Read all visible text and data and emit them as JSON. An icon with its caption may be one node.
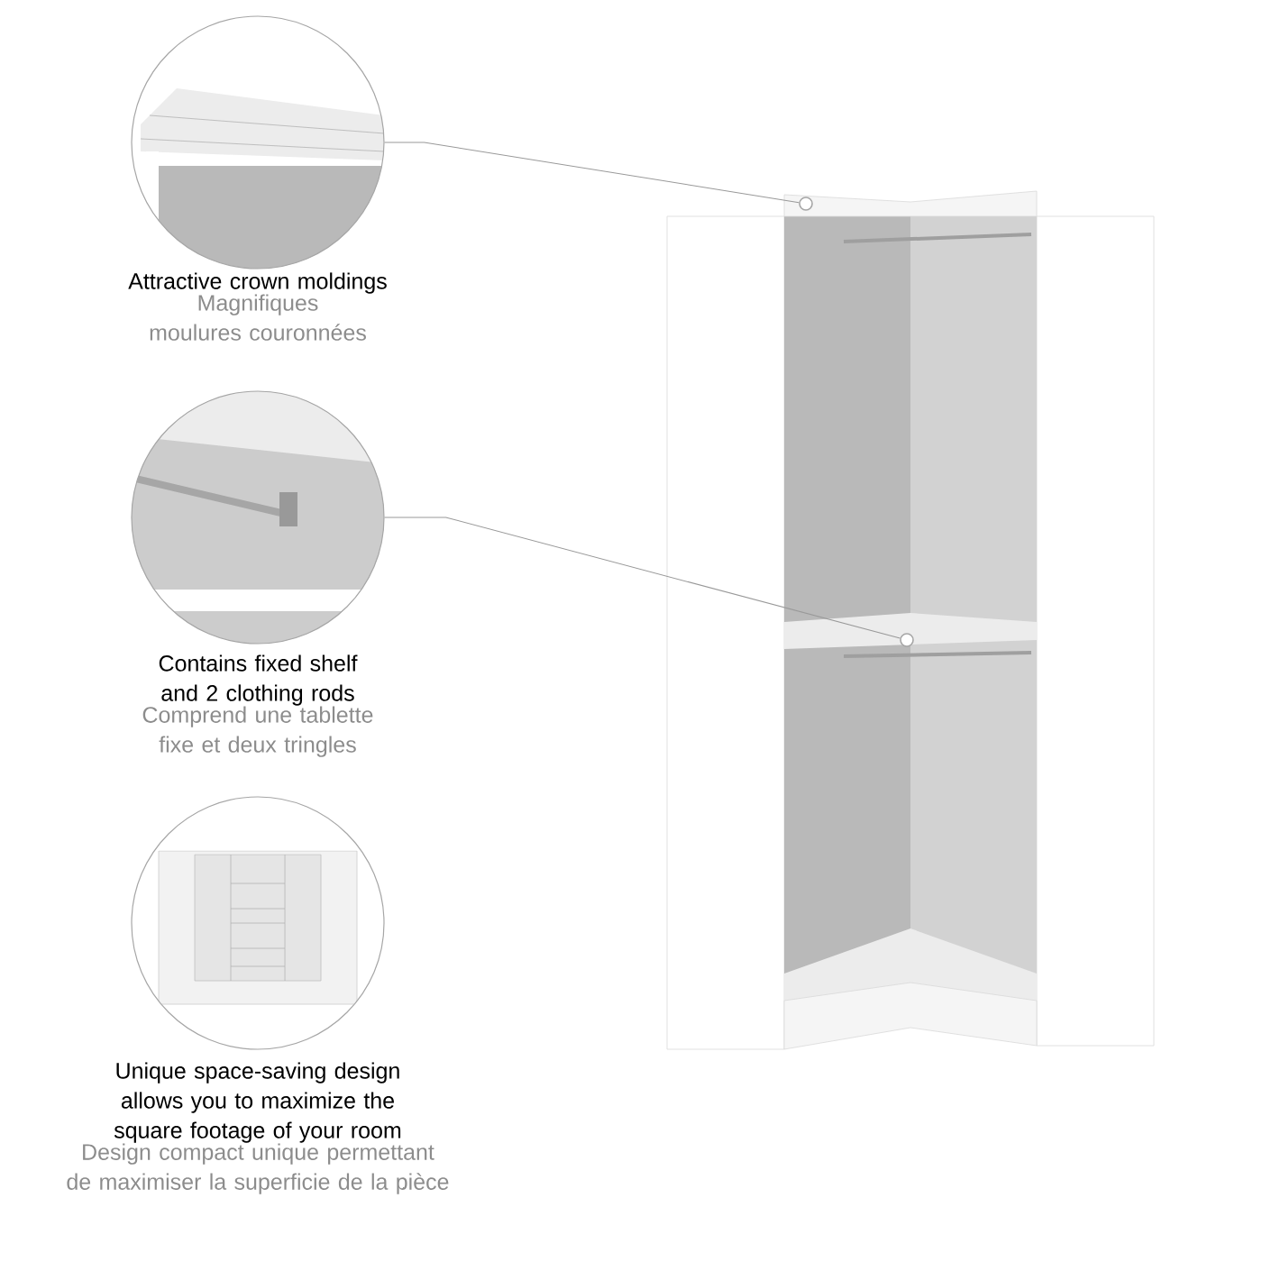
{
  "diagram": {
    "nodes": [
      {
        "text": [
          "Attractive crown moldings",
          "Magnifiques moulures couronnées"
        ]
      },
      {
        "text": [
          "Contains fixed shelf and 2 clothing rods",
          "Comprend une tablette fixe et deux tringles"
        ]
      },
      {
        "text": [
          "Unique space-saving design allows you to maximize the square footage of your room",
          "Design compact unique permettant de maximiser la superficie de la pièce"
        ]
      },
      {
        "text": [],
        "shape": "picture"
      },
      {
        "text": [],
        "shape": "circle",
        "in": 3
      },
      {
        "text": [],
        "shape": "circle",
        "in": 3
      }
    ],
    "edges": [
      {
        "from": 0,
        "to": 4,
        "arrow": "none"
      },
      {
        "from": 1,
        "to": 5,
        "arrow": "none"
      }
    ]
  }
}
